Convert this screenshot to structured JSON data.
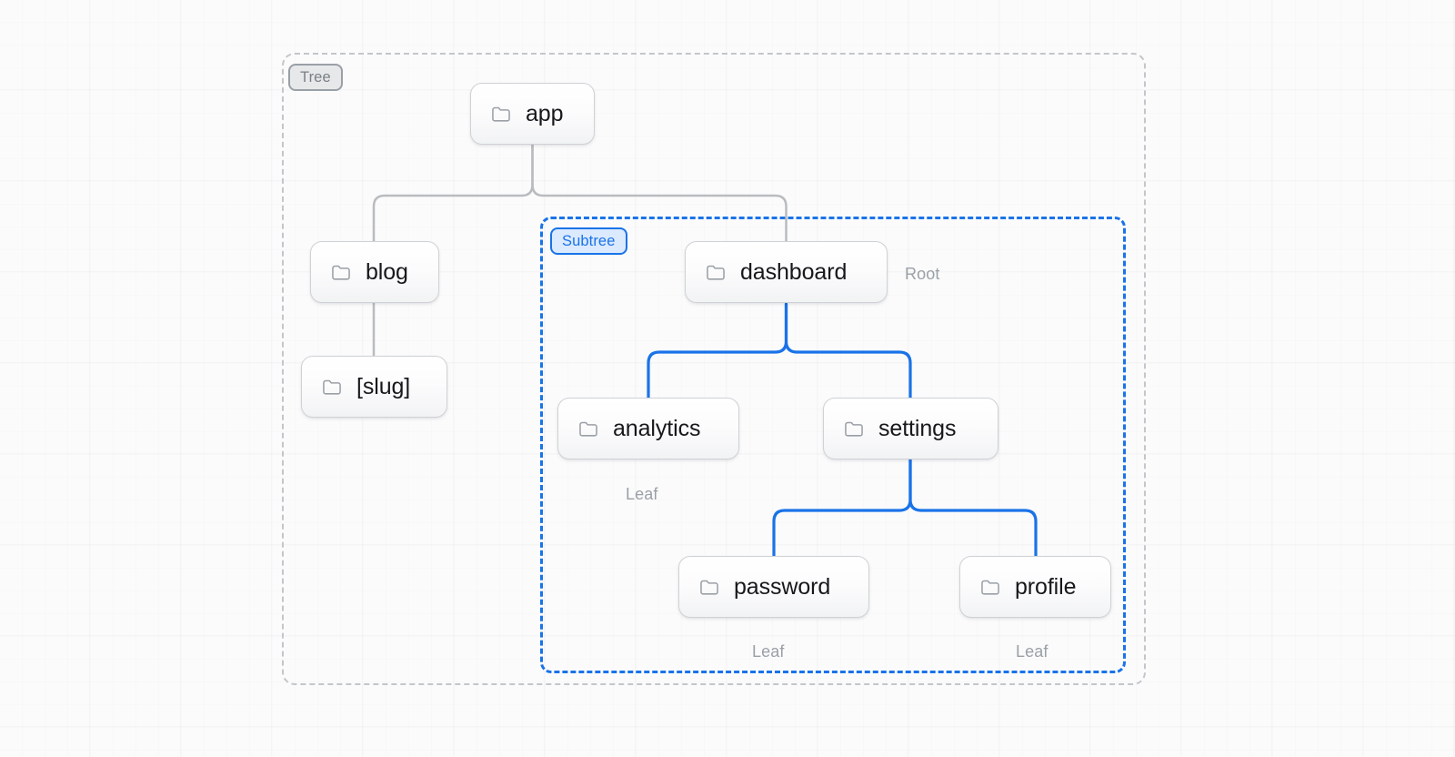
{
  "diagram": {
    "groups": [
      {
        "id": "tree",
        "label": "Tree"
      },
      {
        "id": "subtree",
        "label": "Subtree"
      }
    ],
    "nodes": [
      {
        "id": "app",
        "label": "app",
        "icon": "folder-icon"
      },
      {
        "id": "blog",
        "label": "blog",
        "icon": "folder-icon"
      },
      {
        "id": "slug",
        "label": "[slug]",
        "icon": "folder-icon"
      },
      {
        "id": "dashboard",
        "label": "dashboard",
        "icon": "folder-icon"
      },
      {
        "id": "analytics",
        "label": "analytics",
        "icon": "folder-icon"
      },
      {
        "id": "settings",
        "label": "settings",
        "icon": "folder-icon"
      },
      {
        "id": "password",
        "label": "password",
        "icon": "folder-icon"
      },
      {
        "id": "profile",
        "label": "profile",
        "icon": "folder-icon"
      }
    ],
    "captions": [
      {
        "for": "dashboard",
        "label": "Root"
      },
      {
        "for": "analytics",
        "label": "Leaf"
      },
      {
        "for": "password",
        "label": "Leaf"
      },
      {
        "for": "profile",
        "label": "Leaf"
      }
    ],
    "edges": [
      {
        "from": "app",
        "to": "blog",
        "style": "gray"
      },
      {
        "from": "app",
        "to": "dashboard",
        "style": "gray"
      },
      {
        "from": "blog",
        "to": "slug",
        "style": "gray"
      },
      {
        "from": "dashboard",
        "to": "analytics",
        "style": "blue"
      },
      {
        "from": "dashboard",
        "to": "settings",
        "style": "blue"
      },
      {
        "from": "settings",
        "to": "password",
        "style": "blue"
      },
      {
        "from": "settings",
        "to": "profile",
        "style": "blue"
      }
    ],
    "colors": {
      "accent": "#1a73e8",
      "subtree_fill": "#dbeafe",
      "tree_border": "#c3c6ca",
      "tree_badge_fill": "#e7e8ea",
      "edge_gray": "#b9bcbf",
      "caption_text": "#9aa0a6",
      "node_text": "#17181a",
      "canvas_bg": "#fbfbfc"
    }
  }
}
